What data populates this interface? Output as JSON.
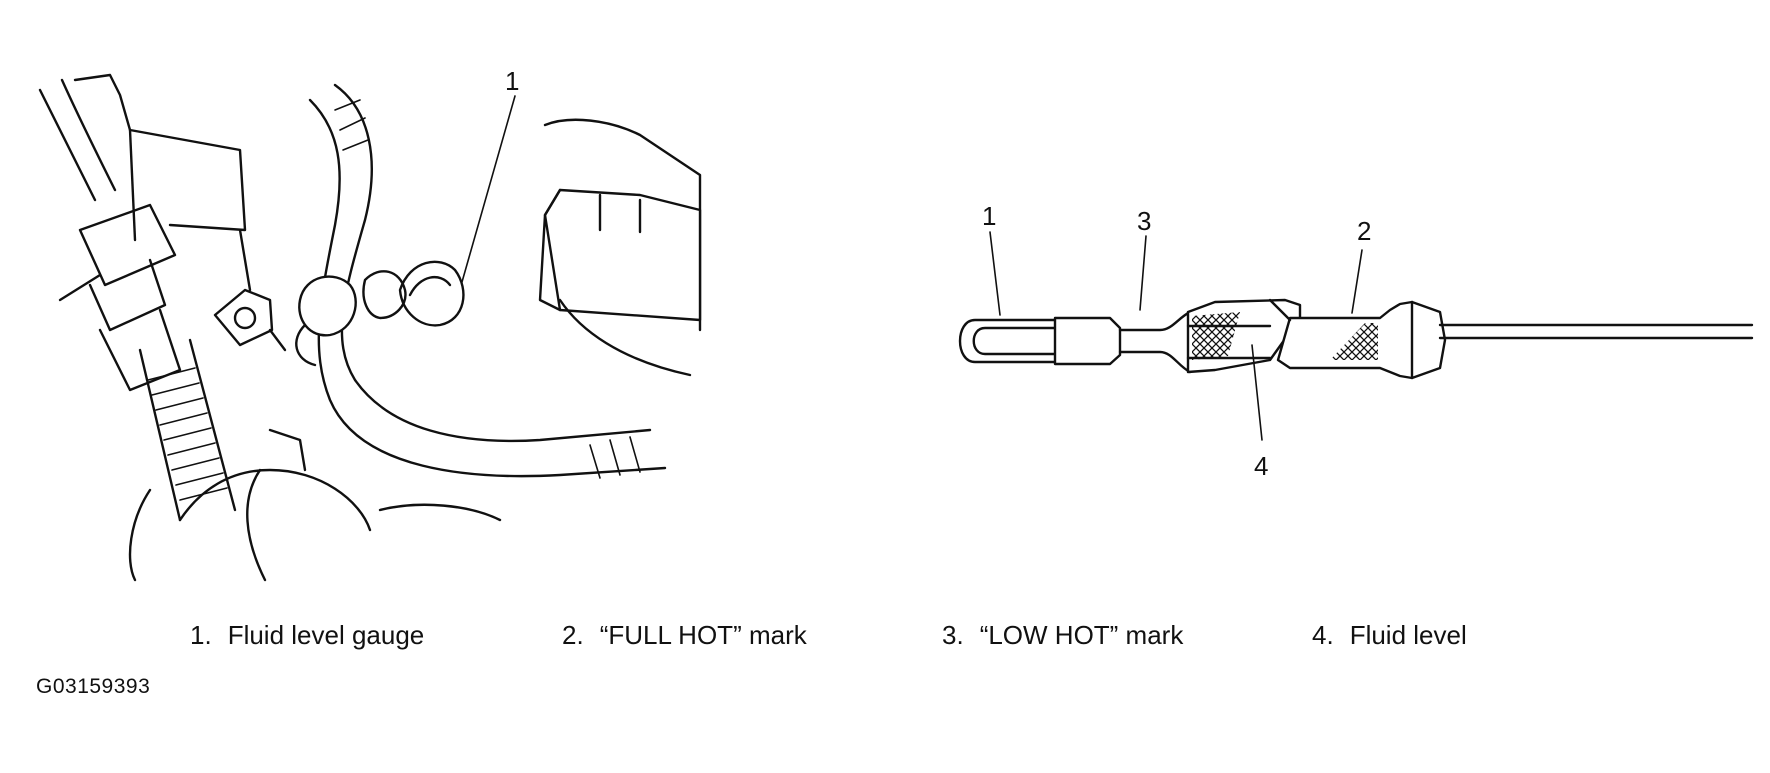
{
  "callouts": {
    "left_1": "1",
    "right_1": "1",
    "right_2": "2",
    "right_3": "3",
    "right_4": "4"
  },
  "legend": [
    {
      "num": "1.",
      "label": "Fluid level gauge"
    },
    {
      "num": "2.",
      "label": "“FULL HOT” mark"
    },
    {
      "num": "3.",
      "label": "“LOW HOT” mark"
    },
    {
      "num": "4.",
      "label": "Fluid level"
    }
  ],
  "figure_code": "G03159393"
}
